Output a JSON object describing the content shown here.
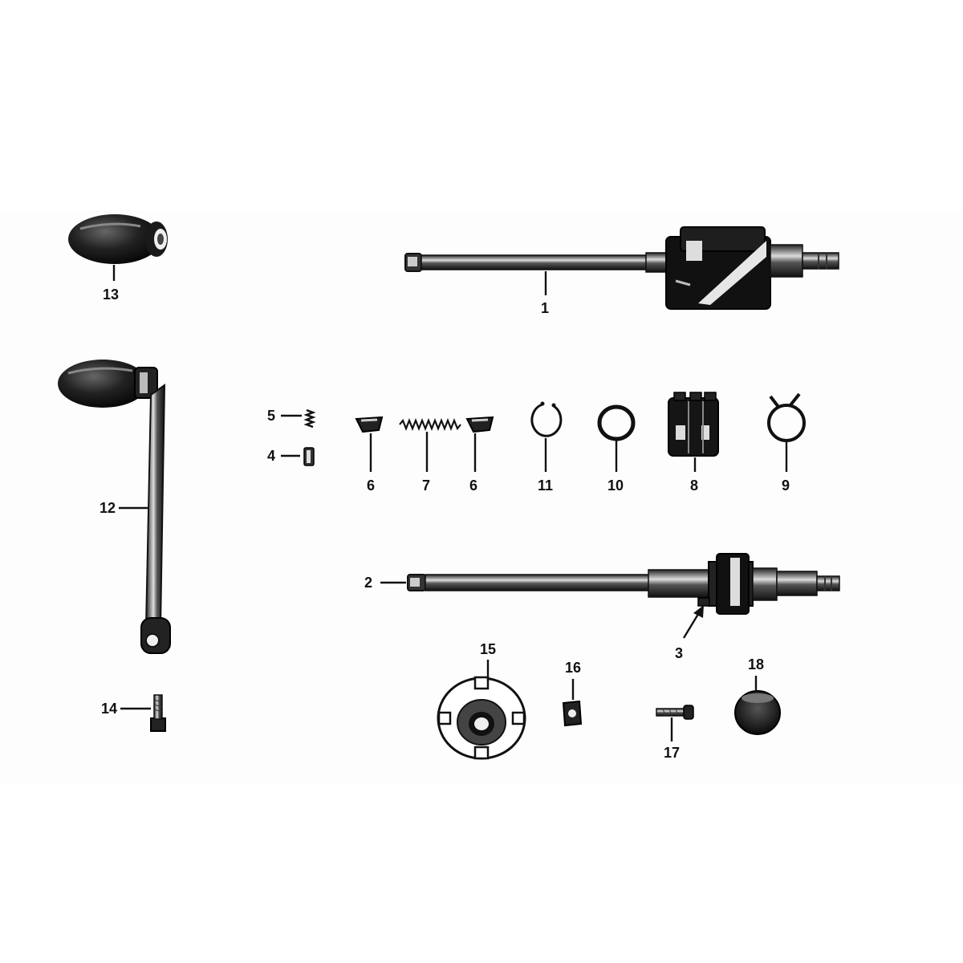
{
  "diagram": {
    "callouts": {
      "p1": "1",
      "p2": "2",
      "p3": "3",
      "p4": "4",
      "p5": "5",
      "p6a": "6",
      "p6b": "6",
      "p7": "7",
      "p8": "8",
      "p9": "9",
      "p10": "10",
      "p11": "11",
      "p12": "12",
      "p13": "13",
      "p14": "14",
      "p15": "15",
      "p16": "16",
      "p17": "17",
      "p18": "18"
    }
  }
}
